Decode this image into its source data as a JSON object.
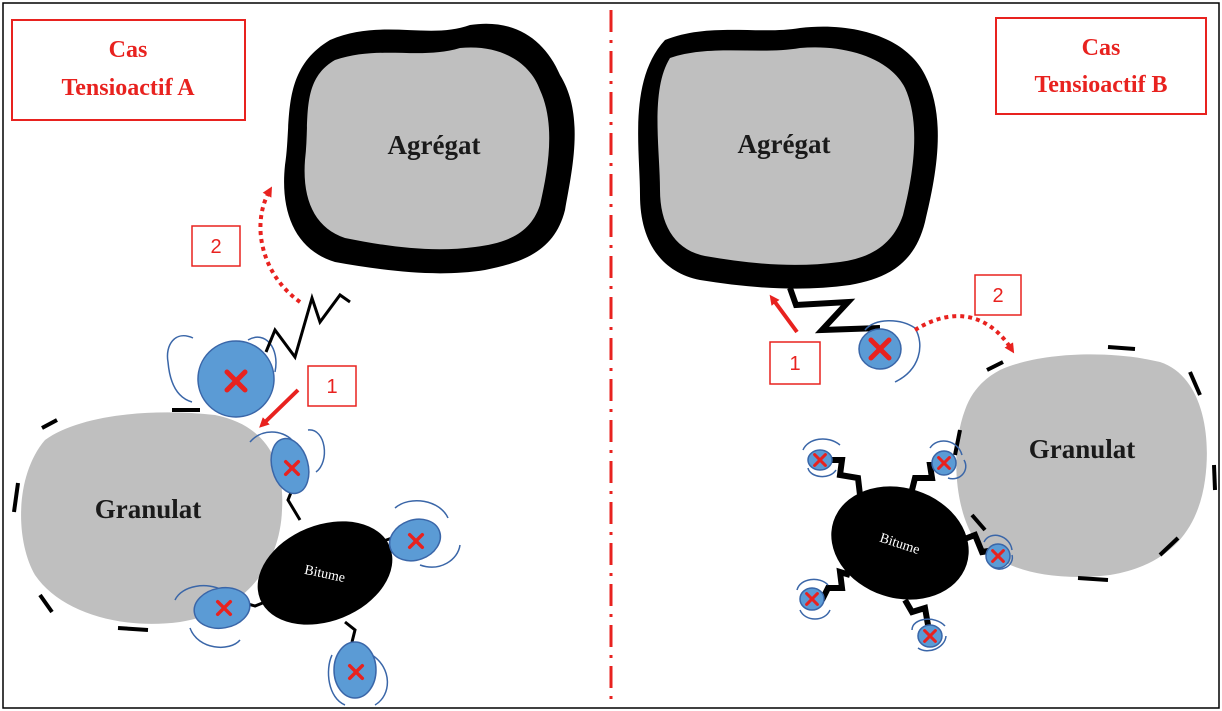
{
  "panel_left": {
    "title_line1": "Cas",
    "title_line2": "Tensioactif A",
    "aggregate_label": "Agrégat",
    "granulate_label": "Granulat",
    "bitumen_label": "Bitume",
    "step1": "1",
    "step2": "2"
  },
  "panel_right": {
    "title_line1": "Cas",
    "title_line2": "Tensioactif B",
    "aggregate_label": "Agrégat",
    "granulate_label": "Granulat",
    "bitumen_label": "Bitume",
    "step1": "1",
    "step2": "2"
  },
  "colors": {
    "accent_red": "#e8221f",
    "surfactant_blue": "#5b9bd5",
    "surfactant_outline": "#3a66a8",
    "stone_gray": "#bfbfbf",
    "bitumen_black": "#000000"
  }
}
